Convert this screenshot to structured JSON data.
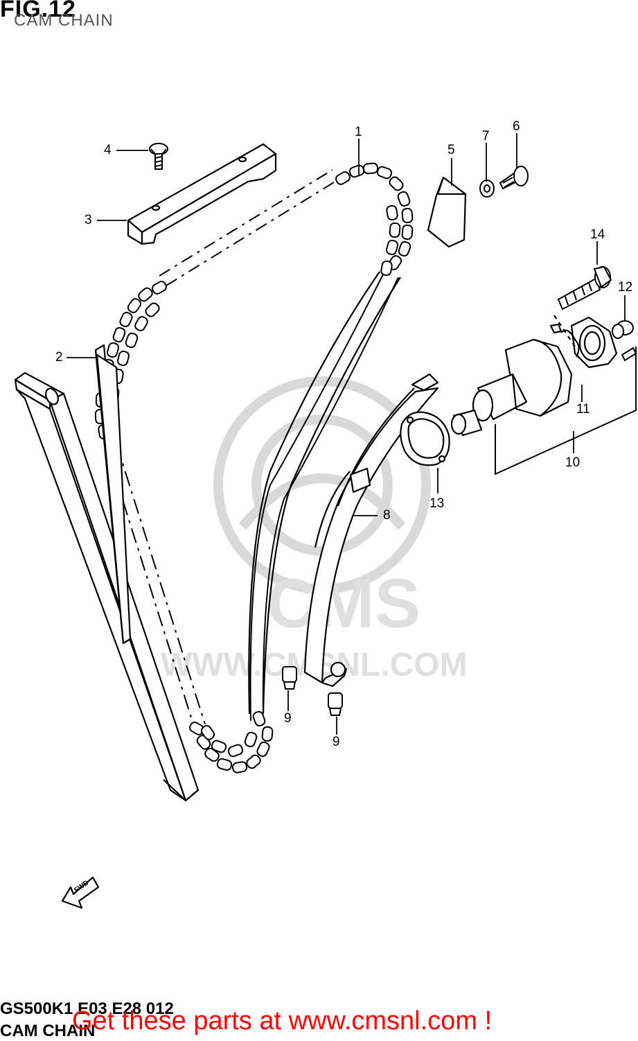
{
  "header": {
    "fig_title": "FIG.12",
    "subtitle": "CAM CHAIN"
  },
  "watermark": {
    "logo_text": "CMS",
    "url_text": "WWW.CMSNL.COM"
  },
  "callouts": [
    {
      "number": "1",
      "part": "cam-chain"
    },
    {
      "number": "2",
      "part": "cam-chain-guide-rear"
    },
    {
      "number": "3",
      "part": "cam-chain-guide-upper"
    },
    {
      "number": "4",
      "part": "screw"
    },
    {
      "number": "5",
      "part": "cushion"
    },
    {
      "number": "6",
      "part": "bolt"
    },
    {
      "number": "7",
      "part": "washer"
    },
    {
      "number": "8",
      "part": "cam-chain-tensioner"
    },
    {
      "number": "9",
      "part": "cushion-lower-a"
    },
    {
      "number": "9",
      "part": "cushion-lower-b"
    },
    {
      "number": "10",
      "part": "tensioner-adjuster-assy"
    },
    {
      "number": "11",
      "part": "spring"
    },
    {
      "number": "12",
      "part": "cap"
    },
    {
      "number": "13",
      "part": "gasket"
    },
    {
      "number": "14",
      "part": "bolt"
    }
  ],
  "direction_arrow": "FWD",
  "footer": {
    "code_line1": "GS500K1 E03 E28 012",
    "code_line2": "CAM CHAIN",
    "promo": "Get these parts at www.cmsnl.com !"
  },
  "colors": {
    "line": "#000000",
    "watermark": "#d9d9d9",
    "promo": "#ff0000"
  }
}
